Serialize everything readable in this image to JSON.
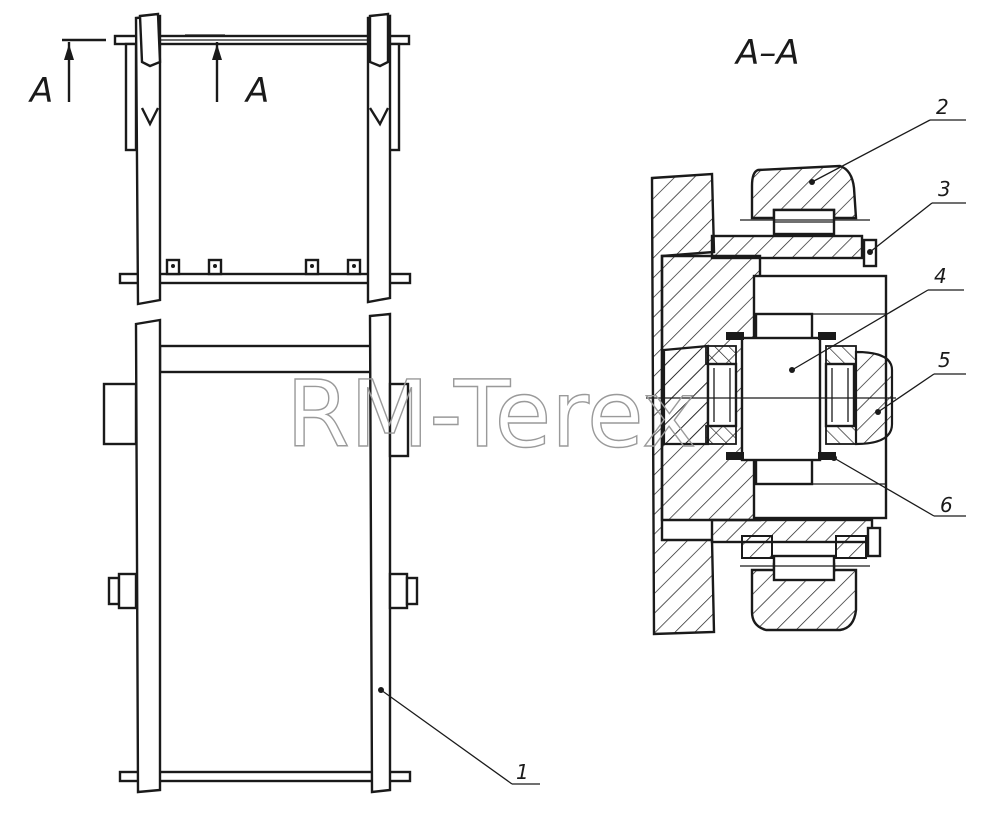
{
  "watermark": "RM-Terex",
  "section_marks": {
    "left": "A",
    "right": "A"
  },
  "section_title": "A–A",
  "callouts": {
    "c1": "1",
    "c2": "2",
    "c3": "3",
    "c4": "4",
    "c5": "5",
    "c6": "6"
  },
  "colors": {
    "ink": "#1a1a1a",
    "watermark": "#9a9a9a",
    "background": "#ffffff"
  }
}
